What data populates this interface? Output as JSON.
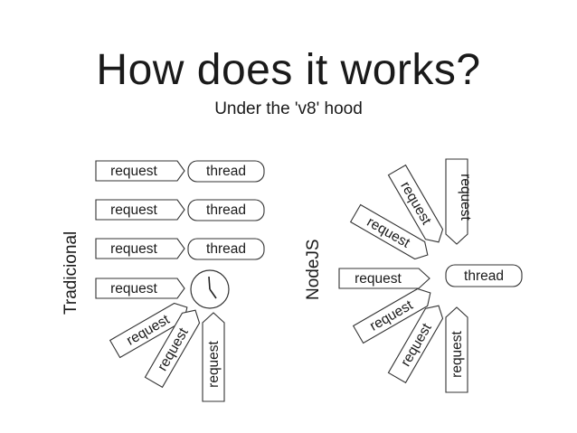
{
  "title": "How does it works?",
  "subtitle": "Under the 'v8' hood",
  "left": {
    "side_label": "Tradicional",
    "request_label": "request",
    "thread_label": "thread",
    "clock_icon": "clock-icon"
  },
  "right": {
    "side_label": "NodeJS",
    "request_label": "request",
    "thread_label": "thread"
  }
}
